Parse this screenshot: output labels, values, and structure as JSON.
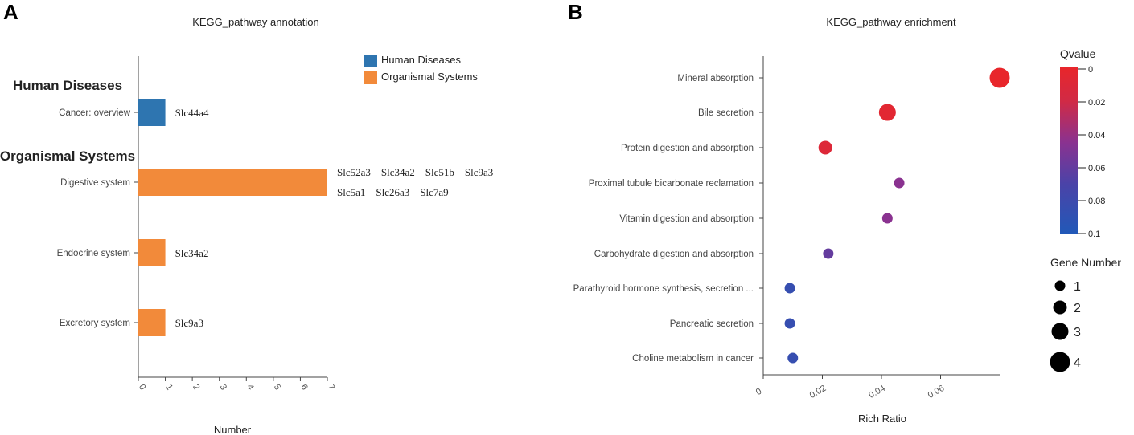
{
  "panels": {
    "a_letter": "A",
    "b_letter": "B"
  },
  "colors": {
    "human_diseases": "#2E75B0",
    "organismal_systems": "#F28A3A",
    "qvalue_low": "#E8262B",
    "qvalue_mid": "#6B3A9C",
    "qvalue_high": "#2159B8"
  },
  "chart_data": [
    {
      "type": "bar",
      "orientation": "horizontal",
      "title": "KEGG_pathway annotation",
      "xlabel": "Number",
      "ylabel": "",
      "xlim": [
        0,
        7
      ],
      "xticks": [
        "0",
        "1",
        "2",
        "3",
        "4",
        "5",
        "6",
        "7"
      ],
      "legend": {
        "placement": "top-right",
        "entries": [
          {
            "name": "Human Diseases",
            "color": "#2E75B0"
          },
          {
            "name": "Organismal Systems",
            "color": "#F28A3A"
          }
        ]
      },
      "groups": [
        {
          "name": "Human Diseases",
          "color": "#2E75B0",
          "categories": [
            {
              "name": "Cancer: overview",
              "value": 1,
              "gene_lines": [
                "Slc44a4"
              ]
            }
          ]
        },
        {
          "name": "Organismal Systems",
          "color": "#F28A3A",
          "categories": [
            {
              "name": "Digestive system",
              "value": 7,
              "gene_lines": [
                "Slc52a3    Slc34a2    Slc51b    Slc9a3",
                "Slc5a1    Slc26a3    Slc7a9"
              ]
            },
            {
              "name": "Endocrine system",
              "value": 1,
              "gene_lines": [
                "Slc34a2"
              ]
            },
            {
              "name": "Excretory system",
              "value": 1,
              "gene_lines": [
                "Slc9a3"
              ]
            }
          ]
        }
      ]
    },
    {
      "type": "scatter",
      "title": "KEGG_pathway enrichment",
      "xlabel": "Rich Ratio",
      "ylabel": "",
      "xlim": [
        0,
        0.08
      ],
      "xticks": [
        {
          "value": 0,
          "label": "0"
        },
        {
          "value": 0.02,
          "label": "0.02"
        },
        {
          "value": 0.04,
          "label": "0.04"
        },
        {
          "value": 0.06,
          "label": "0.06"
        }
      ],
      "points": [
        {
          "pathway": "Mineral absorption",
          "rich_ratio": 0.08,
          "gene_number": 4,
          "qvalue": 0.0
        },
        {
          "pathway": "Bile secretion",
          "rich_ratio": 0.042,
          "gene_number": 3,
          "qvalue": 0.005
        },
        {
          "pathway": "Protein digestion and absorption",
          "rich_ratio": 0.021,
          "gene_number": 2,
          "qvalue": 0.01
        },
        {
          "pathway": "Proximal tubule bicarbonate reclamation",
          "rich_ratio": 0.046,
          "gene_number": 1,
          "qvalue": 0.045
        },
        {
          "pathway": "Vitamin digestion and absorption",
          "rich_ratio": 0.042,
          "gene_number": 1,
          "qvalue": 0.045
        },
        {
          "pathway": "Carbohydrate digestion and absorption",
          "rich_ratio": 0.022,
          "gene_number": 1,
          "qvalue": 0.06
        },
        {
          "pathway": "Parathyroid hormone synthesis, secretion ...",
          "rich_ratio": 0.009,
          "gene_number": 1,
          "qvalue": 0.085
        },
        {
          "pathway": "Pancreatic secretion",
          "rich_ratio": 0.009,
          "gene_number": 1,
          "qvalue": 0.085
        },
        {
          "pathway": "Choline metabolism in cancer",
          "rich_ratio": 0.01,
          "gene_number": 1,
          "qvalue": 0.085
        }
      ],
      "color_legend": {
        "title": "Qvalue",
        "range": [
          0,
          0.1
        ],
        "ticks": [
          {
            "value": 0,
            "label": "0"
          },
          {
            "value": 0.02,
            "label": "0.02"
          },
          {
            "value": 0.04,
            "label": "0.04"
          },
          {
            "value": 0.06,
            "label": "0.06"
          },
          {
            "value": 0.08,
            "label": "0.08"
          },
          {
            "value": 0.1,
            "label": "0.1"
          }
        ]
      },
      "size_legend": {
        "title": "Gene Number",
        "entries": [
          {
            "value": 1,
            "label": "1"
          },
          {
            "value": 2,
            "label": "2"
          },
          {
            "value": 3,
            "label": "3"
          },
          {
            "value": 4,
            "label": "4"
          }
        ]
      }
    }
  ]
}
